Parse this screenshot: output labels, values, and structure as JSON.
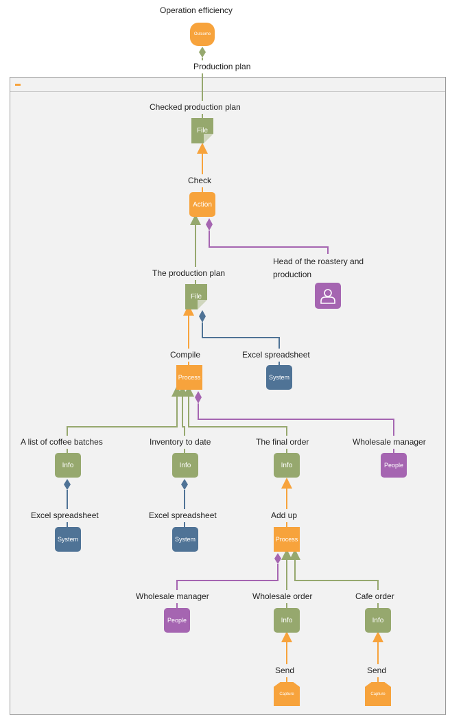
{
  "outcome": {
    "title": "Operation efficiency",
    "node": "Outcome"
  },
  "production_plan_label": "Production plan",
  "checked_plan": {
    "label": "Checked production plan",
    "node": "File"
  },
  "check": {
    "label": "Check",
    "node": "Action"
  },
  "head": {
    "label": "Head of the roastery and production"
  },
  "production_plan": {
    "label": "The production plan",
    "node": "File"
  },
  "compile": {
    "label": "Compile",
    "node": "Process"
  },
  "excel_top": {
    "label": "Excel spreadsheet",
    "node": "System"
  },
  "batches": {
    "label": "A list of coffee batches",
    "node": "Info"
  },
  "inventory": {
    "label": "Inventory to date",
    "node": "Info"
  },
  "final_order": {
    "label": "The final order",
    "node": "Info"
  },
  "wholesale_manager_top": {
    "label": "Wholesale manager",
    "node": "People"
  },
  "excel_left": {
    "label": "Excel spreadsheet",
    "node": "System"
  },
  "excel_mid": {
    "label": "Excel spreadsheet",
    "node": "System"
  },
  "add_up": {
    "label": "Add up",
    "node": "Process"
  },
  "wholesale_manager_bottom": {
    "label": "Wholesale manager",
    "node": "People"
  },
  "wholesale_order": {
    "label": "Wholesale order",
    "node": "Info"
  },
  "cafe_order": {
    "label": "Cafe order",
    "node": "Info"
  },
  "send_left": {
    "label": "Send",
    "node": "Capture"
  },
  "send_right": {
    "label": "Send",
    "node": "Capture"
  },
  "colors": {
    "orange": "#f7a33c",
    "green": "#96a86e",
    "blue": "#4f7396",
    "purple": "#a565b1",
    "canvas": "#f2f2f2"
  },
  "icons": {
    "people": "person-icon",
    "collapse": "minus-icon"
  }
}
